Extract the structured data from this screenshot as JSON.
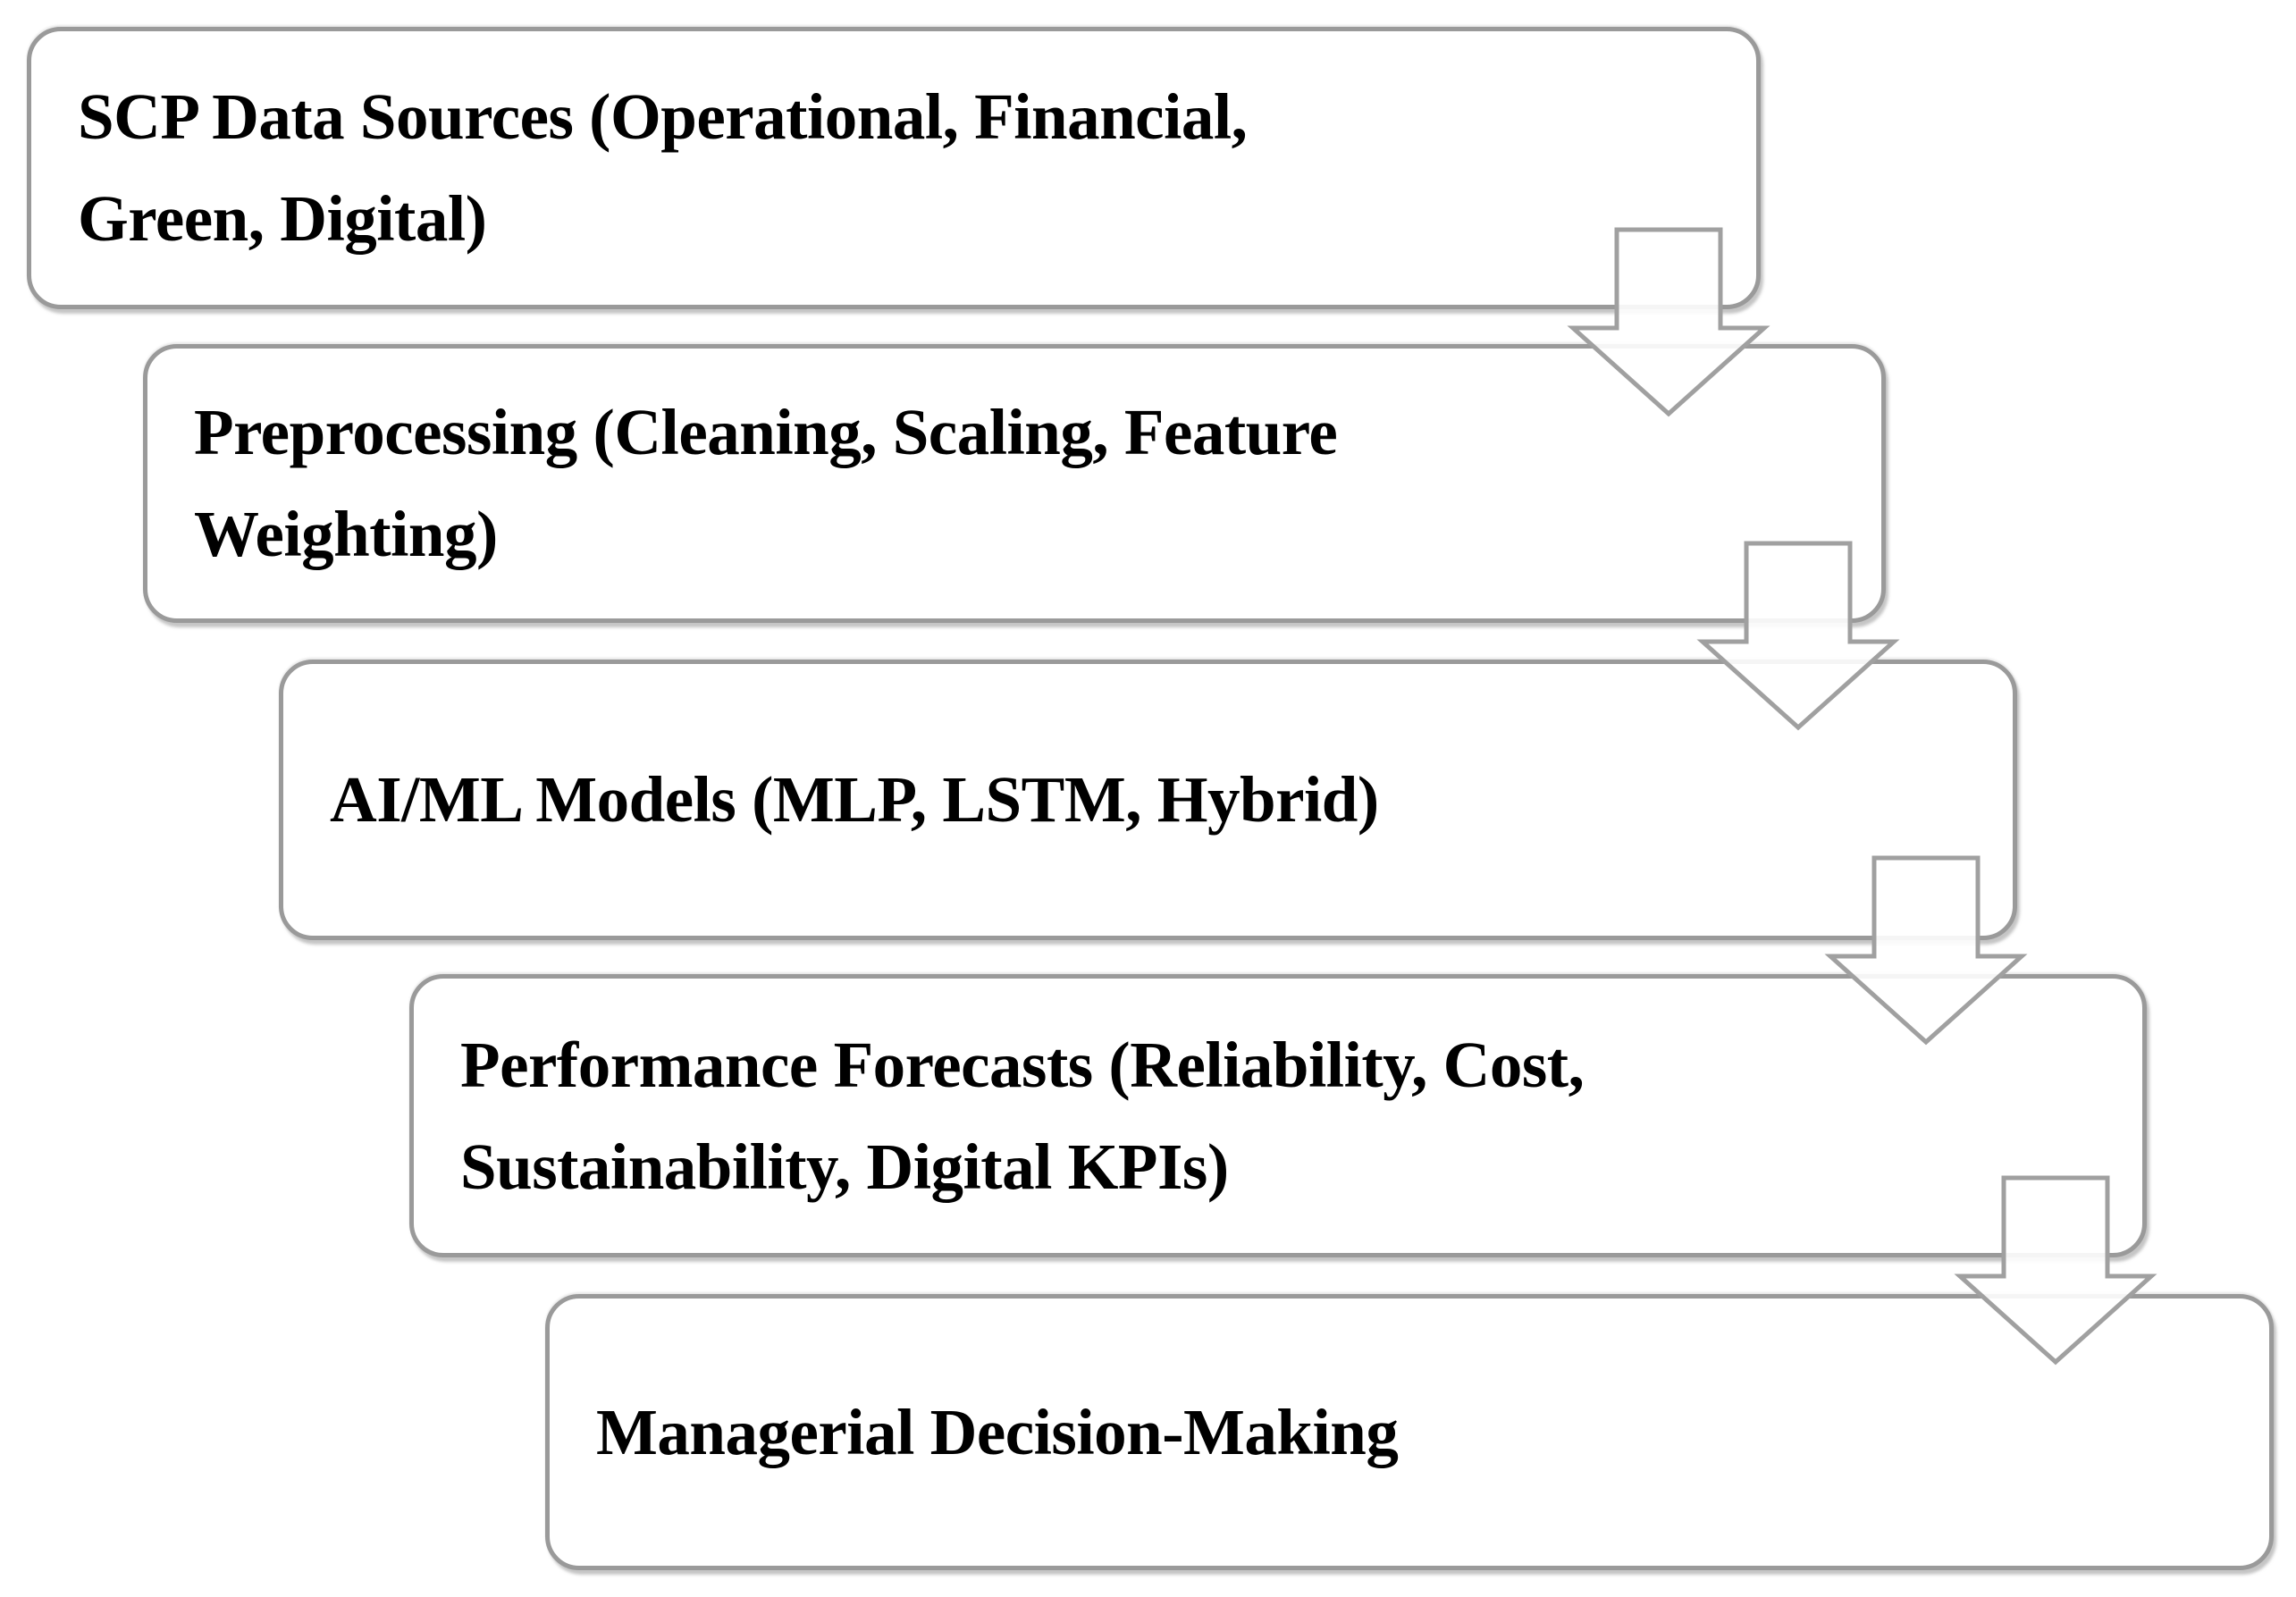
{
  "figure": {
    "type": "flowchart",
    "direction": "top-left to bottom-right cascade",
    "steps": [
      {
        "label": "SCP Data Sources (Operational, Financial,\nGreen, Digital)"
      },
      {
        "label": "Preprocessing (Cleaning, Scaling, Feature\nWeighting)"
      },
      {
        "label": "AI/ML Models (MLP, LSTM, Hybrid)"
      },
      {
        "label": "Performance Forecasts (Reliability, Cost,\nSustainability, Digital KPIs)"
      },
      {
        "label": "Managerial Decision-Making"
      }
    ],
    "connectors": [
      {
        "from": 1,
        "to": 2,
        "shape": "block-arrow",
        "direction": "down"
      },
      {
        "from": 2,
        "to": 3,
        "shape": "block-arrow",
        "direction": "down"
      },
      {
        "from": 3,
        "to": 4,
        "shape": "block-arrow",
        "direction": "down"
      },
      {
        "from": 4,
        "to": 5,
        "shape": "block-arrow",
        "direction": "down"
      }
    ],
    "colors": {
      "bg": "#ffffff",
      "box_fill": "#ffffff",
      "box_border": "#9a9a9a",
      "arrow_outline": "#a0a0a0",
      "text": "#000000"
    }
  }
}
